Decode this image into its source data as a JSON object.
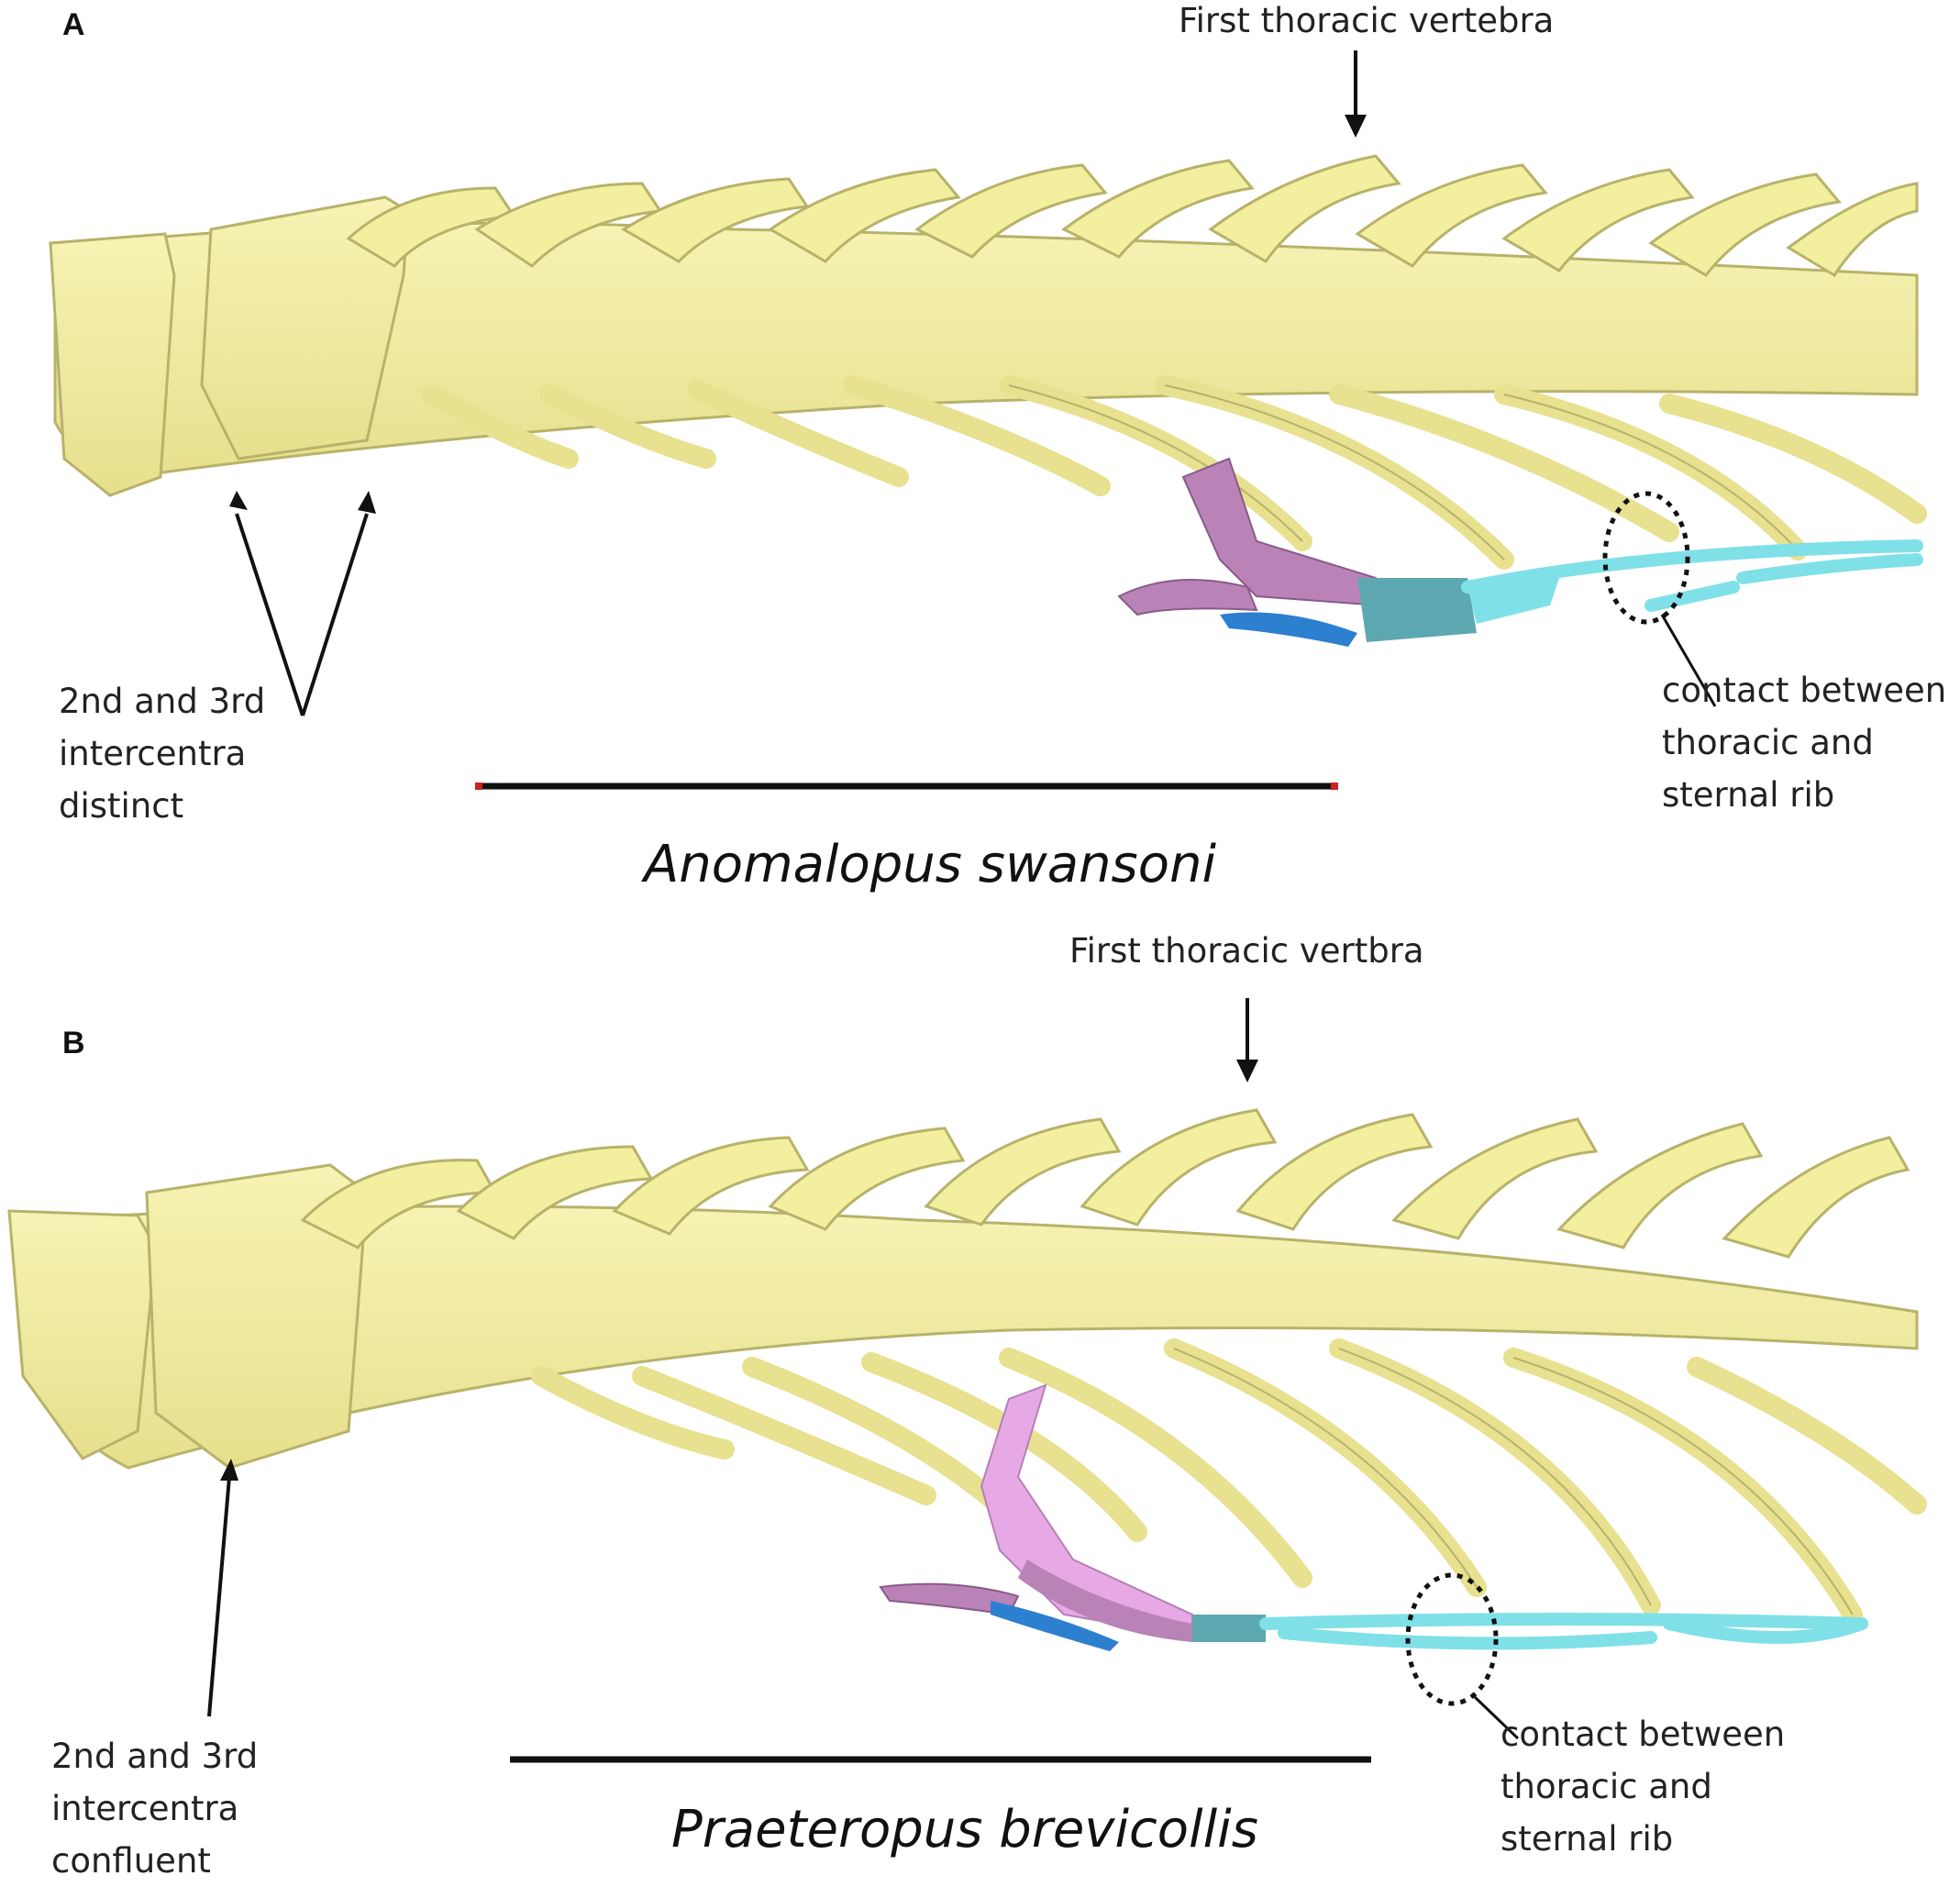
{
  "panels": [
    {
      "letter": "A",
      "top_label": "First thoracic vertebra",
      "left_label": [
        "2nd and 3rd",
        "intercentra",
        "distinct"
      ],
      "right_label": [
        "contact between",
        "thoracic and",
        "sternal rib"
      ],
      "species": "Anomalopus swansoni"
    },
    {
      "letter": "B",
      "top_label": "First thoracic vertbra",
      "left_label": [
        "2nd and 3rd",
        "intercentra",
        "confluent"
      ],
      "right_label": [
        "contact between",
        "thoracic and",
        "sternal rib"
      ],
      "species": "Praeteropus brevicollis"
    }
  ],
  "colors": {
    "bone": "#f1ee9e",
    "bone_shadow": "#c9c374",
    "sternum_pink": "#b983b8",
    "sternum_light_pink": "#e7a8e6",
    "clavicle_blue": "#2d7fd0",
    "sternal_rib_cyan": "#7fe0e8",
    "sternal_dark_cyan": "#5ea8b2"
  }
}
